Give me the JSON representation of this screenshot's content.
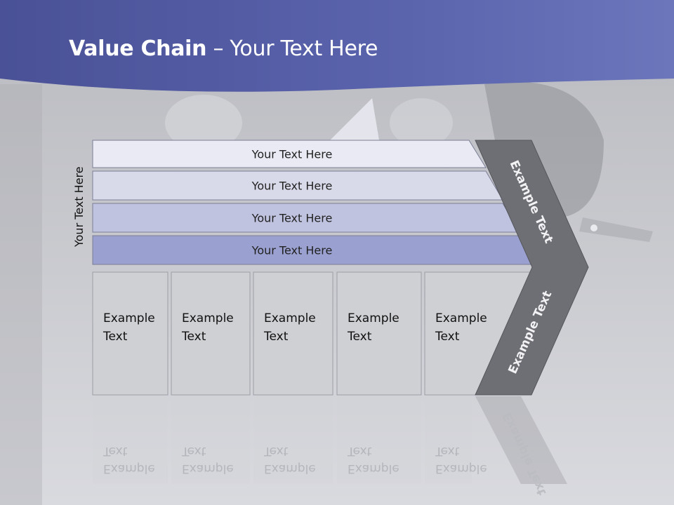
{
  "slide": {
    "title_bold": "Value Chain",
    "title_rest": " – Your Text Here",
    "side_label": "Your Text Here"
  },
  "bands": [
    {
      "label": "Your Text Here",
      "color": "#e9eaf3"
    },
    {
      "label": "Your Text Here",
      "color": "#d8dae9"
    },
    {
      "label": "Your Text Here",
      "color": "#bfc3e0"
    },
    {
      "label": "Your Text Here",
      "color": "#9aa0cf"
    }
  ],
  "cells": [
    {
      "line1": "Example",
      "line2": "Text"
    },
    {
      "line1": "Example",
      "line2": "Text"
    },
    {
      "line1": "Example",
      "line2": "Text"
    },
    {
      "line1": "Example",
      "line2": "Text"
    },
    {
      "line1": "Example",
      "line2": "Text"
    }
  ],
  "arrow": {
    "upper_label": "Example Text",
    "lower_label": "Example Text",
    "color": "#6e6f74"
  },
  "colors": {
    "header": "#5a63a6",
    "cell_fill": "#cfd0d4",
    "cell_border": "#9c9ea6"
  }
}
